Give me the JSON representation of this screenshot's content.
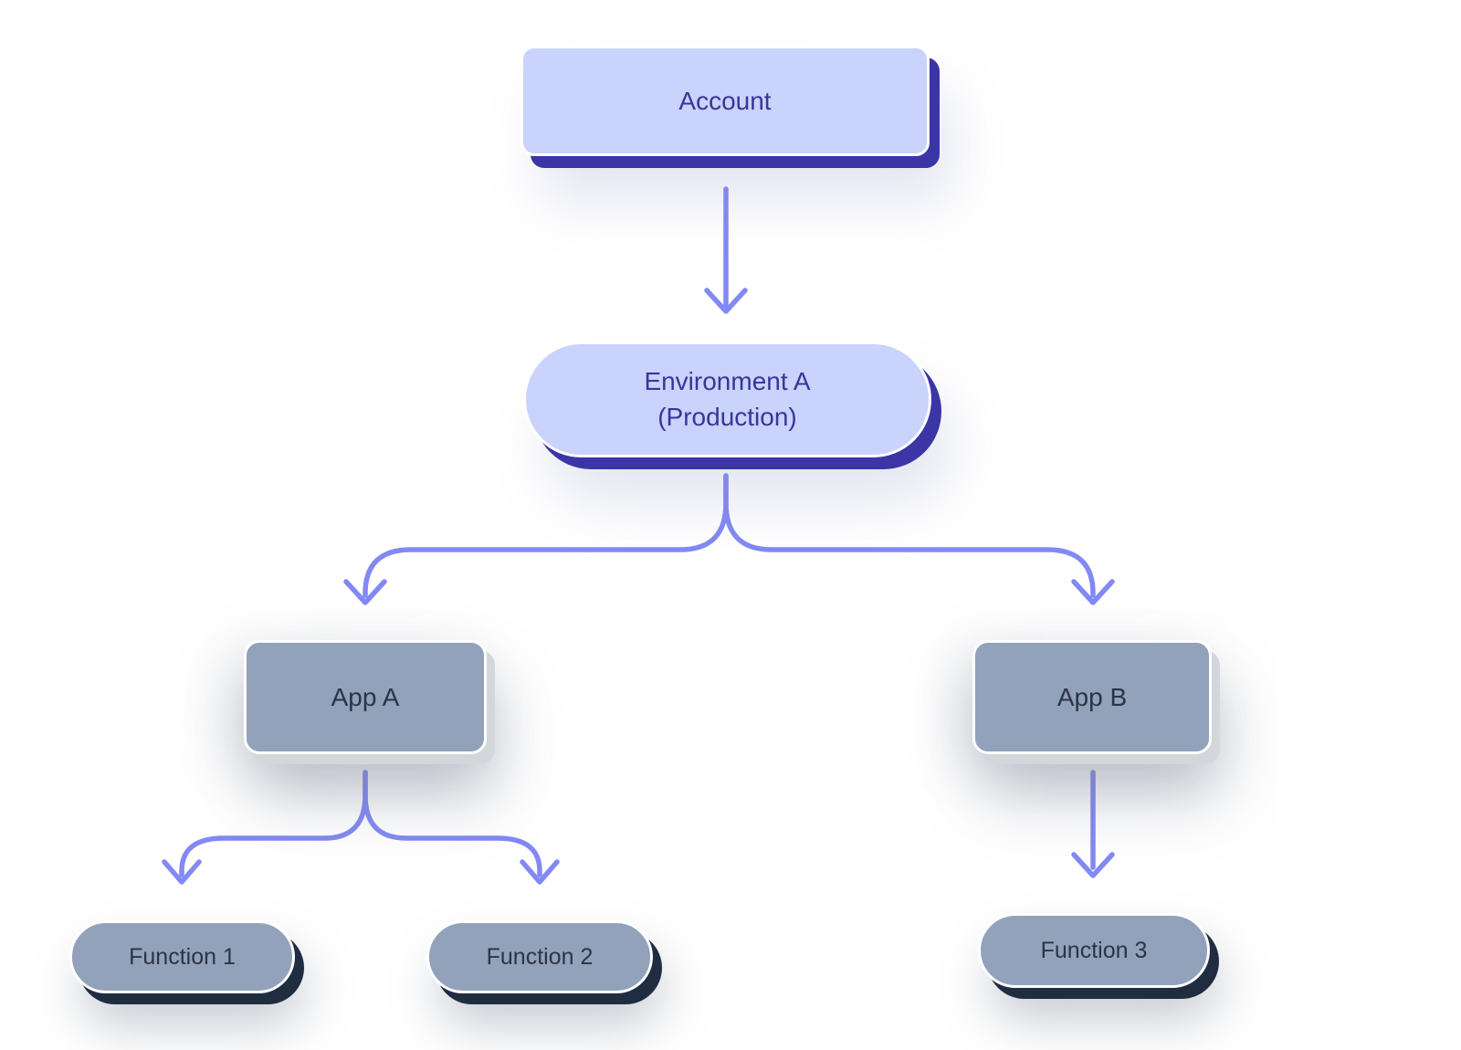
{
  "diagram": {
    "type": "hierarchy-flowchart",
    "nodes": {
      "account": {
        "label": "Account",
        "shape": "rounded-rectangle",
        "style": "lavender"
      },
      "environment": {
        "label_line1": "Environment A",
        "label_line2": "(Production)",
        "shape": "pill",
        "style": "lavender"
      },
      "app_a": {
        "label": "App A",
        "shape": "rounded-rectangle",
        "style": "gray"
      },
      "app_b": {
        "label": "App B",
        "shape": "rounded-rectangle",
        "style": "gray"
      },
      "function_1": {
        "label": "Function 1",
        "shape": "pill",
        "style": "gray"
      },
      "function_2": {
        "label": "Function 2",
        "shape": "pill",
        "style": "gray"
      },
      "function_3": {
        "label": "Function 3",
        "shape": "pill",
        "style": "gray"
      }
    },
    "edges": [
      {
        "from": "account",
        "to": "environment",
        "arrow": "down-chevron"
      },
      {
        "from": "environment",
        "to": "app_a",
        "arrow": "down-chevron"
      },
      {
        "from": "environment",
        "to": "app_b",
        "arrow": "down-chevron"
      },
      {
        "from": "app_a",
        "to": "function_1",
        "arrow": "down-chevron"
      },
      {
        "from": "app_a",
        "to": "function_2",
        "arrow": "down-chevron"
      },
      {
        "from": "app_b",
        "to": "function_3",
        "arrow": "down-chevron"
      }
    ],
    "colors": {
      "background": "#ffffff",
      "lavender_fill": "#c9d3fb",
      "indigo_shadow": "#3b35a5",
      "indigo_text": "#3a3597",
      "gray_fill": "#92a2bb",
      "gray_node_text": "#2b3446",
      "app_shadow": "#d3d6db",
      "function_shadow": "#202c40",
      "connector": "#8289f2"
    }
  }
}
